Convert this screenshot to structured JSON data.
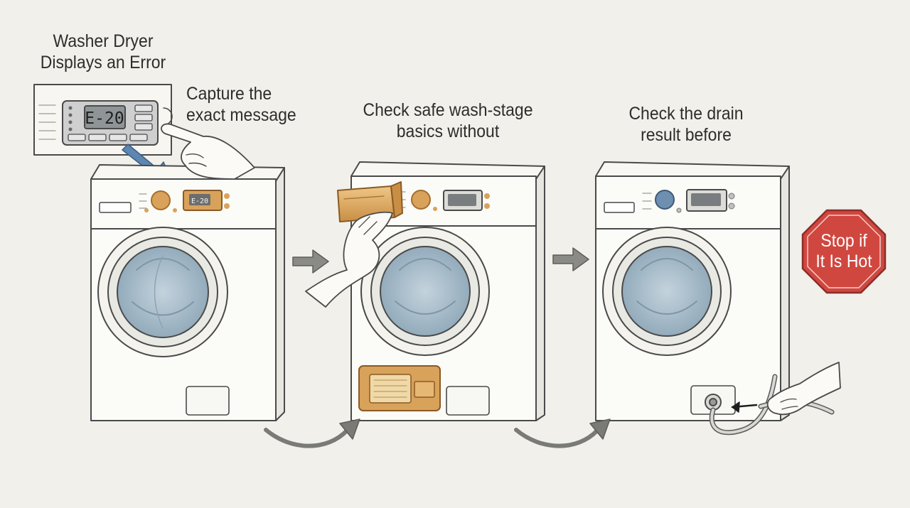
{
  "title": [
    "Washer Dryer",
    "Displays an Error"
  ],
  "steps": [
    {
      "lines": [
        "Capture the",
        "exact message"
      ]
    },
    {
      "lines": [
        "Check safe wash-stage",
        "basics without"
      ]
    },
    {
      "lines": [
        "Check the drain",
        "result before"
      ]
    }
  ],
  "warning": {
    "lines": [
      "Stop if",
      "It Is Hot"
    ],
    "color": "#d0473f"
  },
  "display": {
    "zoom_code": "E-20",
    "panel_code": "E-20"
  },
  "colors": {
    "outline": "#4a4a4a",
    "drum": "#a9bfce",
    "accent": "#d9a25a",
    "pointer_arrow": "#5d86b1"
  }
}
